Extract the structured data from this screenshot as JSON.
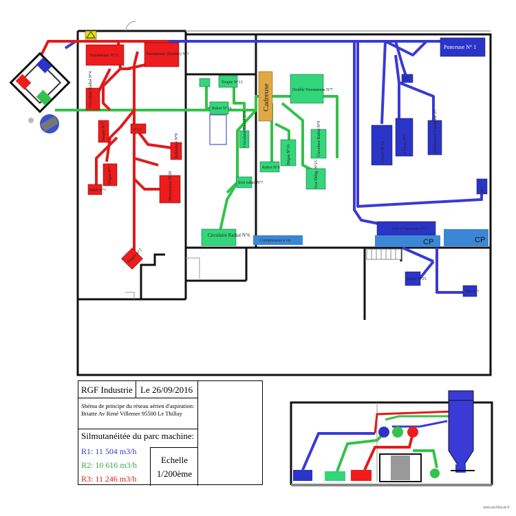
{
  "header": {
    "company": "RGF Industrie",
    "date": "Le 26/09/2016"
  },
  "description": {
    "line1": "Shéma de principe du réseau aérien d'aspiration:",
    "line2": "Briatte Av René Villemer 95500 Le Thillay"
  },
  "simultaneity": {
    "title": "Silmutanéitée du parc machine:",
    "r1": "R1: 11 504 m3/h",
    "r2": "R2: 10 616 m3/h",
    "r3": "R3: 11 246 m3/h"
  },
  "scale": {
    "label": "Echelle",
    "value": "1/200ème"
  },
  "colors": {
    "network_r1": "#3a3ad6",
    "network_r2": "#33c24a",
    "network_r3": "#e01b1b",
    "machine_r1": "#2a35c7",
    "machine_r2": "#33d67a",
    "machine_r3": "#ee1c1c",
    "cadreuse": "#e0a845",
    "cp": "#3b87d6",
    "walls": "#111111"
  },
  "machines": {
    "tenonneuse1": "Tenonneuse N°11",
    "tenonneuse_double": "Tenonneuse (Double) N°?",
    "circulaire_radial": "Circulaire Radial N°4",
    "toupie": "Toupie N°?",
    "degau": "Dégau N°?",
    "hdeb": "Hdeb N°?",
    "raboteuse": "Raboteuse N°8",
    "toupie2": "Toupie N°2",
    "mortaiseuse": "Mortaiseuse N°20",
    "small_red": "N°13",
    "toupie13": "Toupie N°13",
    "rabot16": "Rabot N°16",
    "cadreuse": "Cadreuse",
    "double_tenonneuse": "Double Tenonneuse N°7",
    "circulaire_radial_b": "Circulaire Radial N°4",
    "degau18": "Dégau N°18",
    "rabot9": "Rabot N°9",
    "circulaire_radial9": "Circulaire Radial N°9",
    "scie_ruban": "Scie ruban N°?",
    "scie_deligneuse": "Scie Délig. N°15",
    "circulaire_radial6": "Circulaire Radial N°6",
    "compresseur": "Compresseur à vis",
    "ponceuse1": "Ponceuse N° 1",
    "small_blue": "N°?",
    "faces4_a": "4 Faces N°18",
    "faces4_b": "4 Faces N°?",
    "defonceuse": "Défonceuse Commune 21",
    "right_small": "N°?",
    "scie_panneaux": "Scie à Panneaux N°3",
    "rabot25": "Rabot N°25",
    "blue_small2": "Tête N°?",
    "cp1": "CP",
    "cp2": "CP"
  },
  "credit": "www.archifacile.fr"
}
